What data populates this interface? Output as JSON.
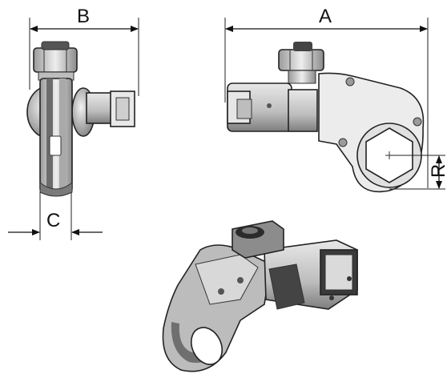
{
  "dimensions": {
    "A": "A",
    "B": "B",
    "C": "C",
    "R": "R"
  },
  "views": [
    "front-view",
    "side-view",
    "isometric-view"
  ]
}
